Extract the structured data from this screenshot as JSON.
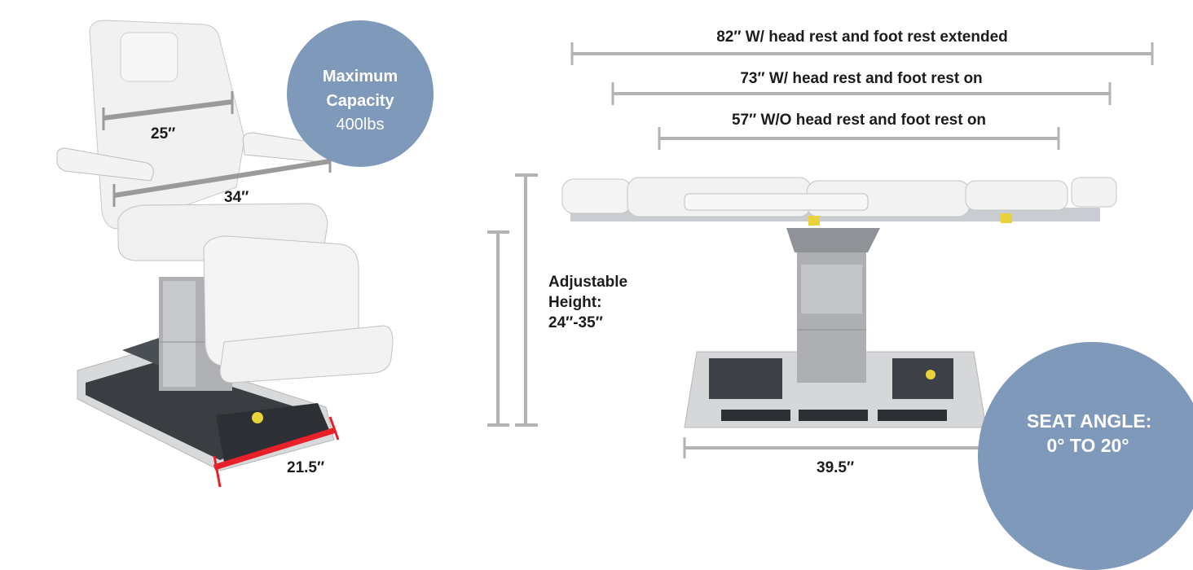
{
  "capacity": {
    "title_line1": "Maximum",
    "title_line2": "Capacity",
    "value": "400lbs"
  },
  "seat_angle": {
    "line1": "SEAT ANGLE:",
    "line2": "0° TO 20°"
  },
  "chair_dims": {
    "back_width": "25″",
    "arm_width": "34″",
    "base_width": "21.5″"
  },
  "lengths": {
    "extended": "82″ W/ head rest and foot rest extended",
    "on": "73″ W/ head rest and foot rest on",
    "without": "57″ W/O head rest and foot rest on"
  },
  "height": {
    "line1": "Adjustable",
    "line2": "Height:",
    "line3": "24″-35″"
  },
  "base_length": "39.5″",
  "colors": {
    "circle": "#7f99ba",
    "dim_line": "#b3b3b3",
    "red_dim": "#e8202a"
  }
}
